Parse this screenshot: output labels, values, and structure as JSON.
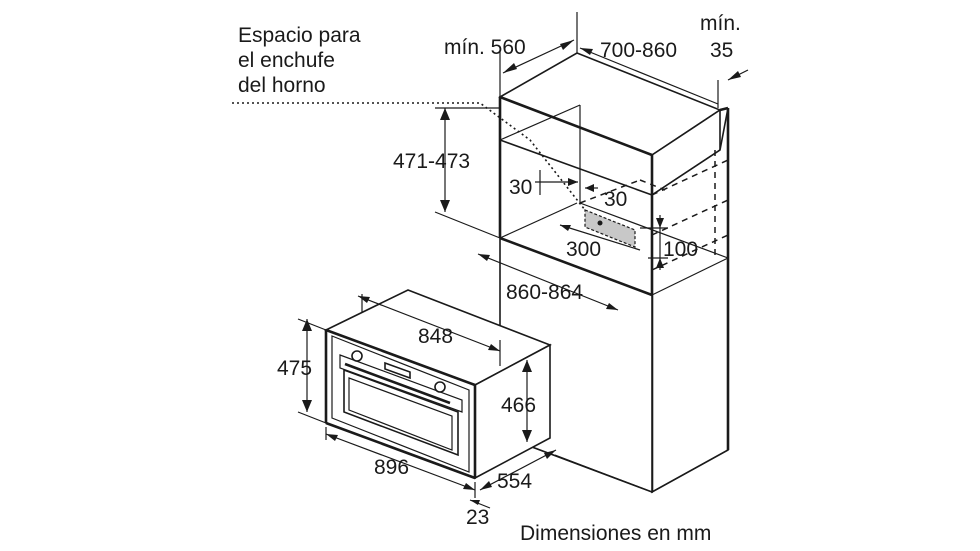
{
  "diagram": {
    "socket_note": [
      "Espacio para",
      "el enchufe",
      "del horno"
    ],
    "footer": "Dimensiones en mm",
    "cabinet_dims": {
      "depth_min_label": "mín. 560",
      "width_range": "700-860",
      "top_gap_prefix": "mín.",
      "top_gap_value": "35",
      "niche_height": "471-473",
      "socket_offset_left": "30",
      "socket_offset_right": "30",
      "socket_width": "300",
      "socket_height": "100",
      "niche_width": "860-864"
    },
    "oven_dims": {
      "front_width": "848",
      "front_height": "475",
      "body_height": "466",
      "total_width": "896",
      "body_depth": "554",
      "front_thickness": "23"
    },
    "colors": {
      "line": "#1a1a1a",
      "background": "#ffffff",
      "socket_fill": "#c8c8c8"
    }
  }
}
